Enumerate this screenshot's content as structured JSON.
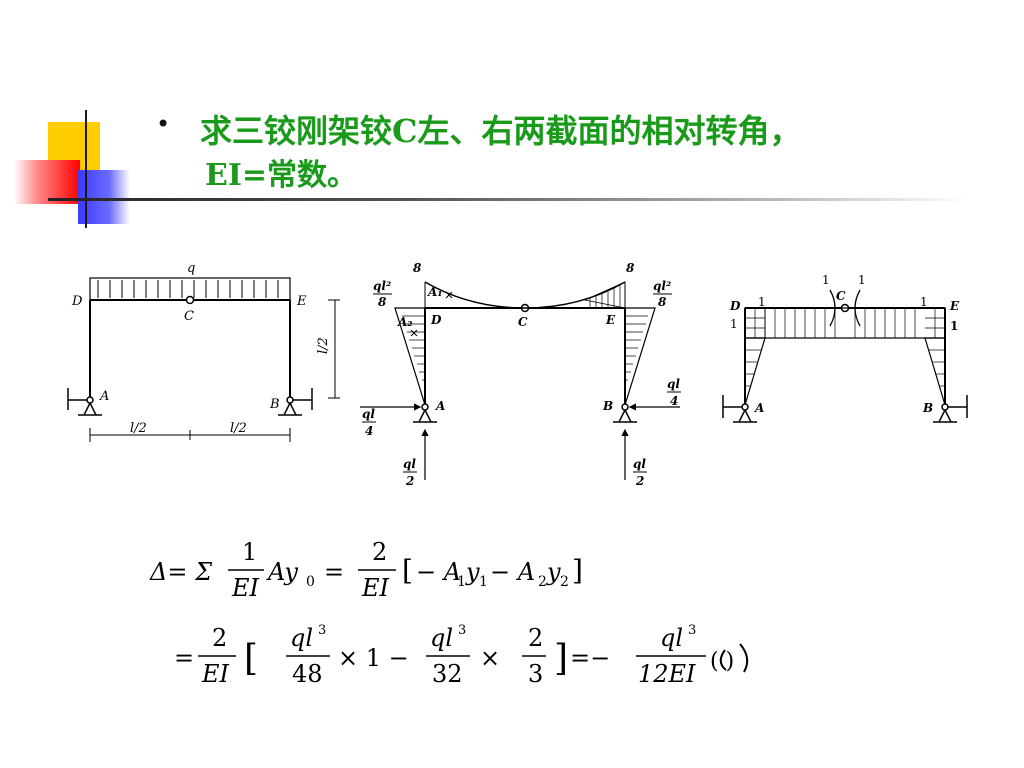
{
  "slide": {
    "bullet": "•",
    "title_line1": "求三铰刚架铰C左、右两截面的相对转角，",
    "title_line2": "EI=常数。"
  },
  "figure1": {
    "load_label": "q",
    "nodes": {
      "D": "D",
      "E": "E",
      "C": "C",
      "A": "A",
      "B": "B"
    },
    "height_label": "l/2",
    "span_left": "l/2",
    "span_right": "l/2"
  },
  "figure2": {
    "top_left_q": "ql²",
    "top_left_den": "8",
    "top_right_q": "ql²",
    "top_right_den": "8",
    "small_left": "8",
    "small_right": "8",
    "area1": "A₁",
    "area2": "A₂",
    "nodes": {
      "D": "D",
      "E": "E",
      "C": "C",
      "A": "A",
      "B": "B"
    },
    "react_left_h_num": "ql",
    "react_left_h_den": "4",
    "react_right_h_num": "ql",
    "react_right_h_den": "4",
    "react_left_v_num": "ql",
    "react_left_v_den": "2",
    "react_right_v_num": "ql",
    "react_right_v_den": "2"
  },
  "figure3": {
    "nodes": {
      "D": "D",
      "E": "E",
      "C": "C",
      "A": "A",
      "B": "B"
    },
    "one": "1"
  },
  "formula": {
    "line1_lhs": "Δ= Σ",
    "one": "1",
    "EI": "EI",
    "Ay0": "Ay",
    "sub0": "0",
    "eq": "=",
    "two": "2",
    "bracket_open": "[",
    "minus_A1": "− A",
    "sub1": "1",
    "y": "y",
    "minus_A2": " − A",
    "sub2": "2",
    "bracket_close": "]",
    "line2_eq": "=",
    "ql3": "ql",
    "sup3": "3",
    "den48": "48",
    "times1": "× 1 −",
    "den32": "32",
    "times": "×",
    "three": "3",
    "eq_minus": "=−",
    "den12EI": "12EI",
    "direction": "( )"
  }
}
